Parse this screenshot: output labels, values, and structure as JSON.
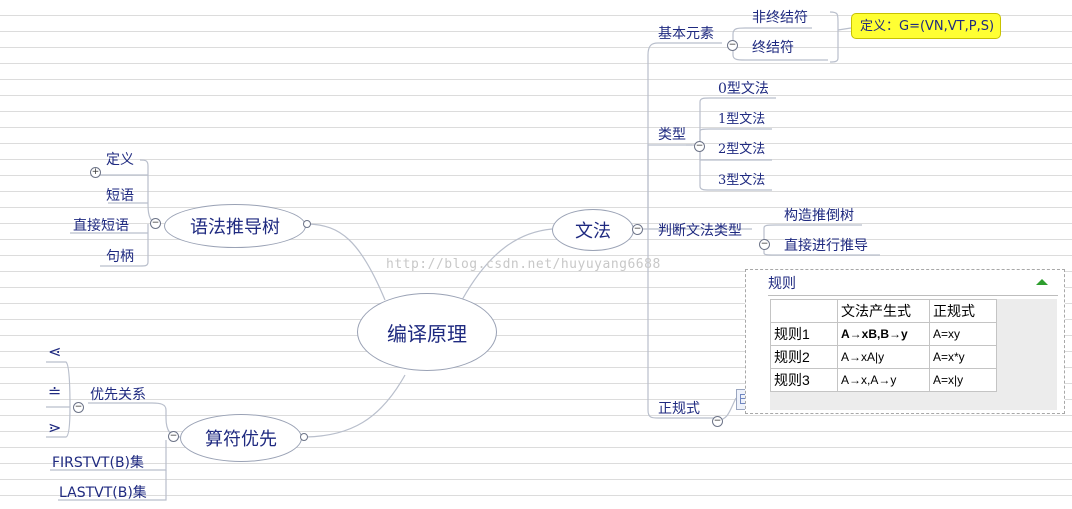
{
  "center": "编译原理",
  "watermark": "http://blog.csdn.net/huyuyang6688",
  "left_top": {
    "name": "语法推导树",
    "children": [
      "定义",
      "短语",
      "直接短语",
      "句柄"
    ]
  },
  "left_bottom": {
    "name": "算符优先",
    "child_group": {
      "name": "优先关系",
      "children": [
        "⋖",
        "≐",
        "⋗"
      ]
    },
    "children": [
      "FIRSTVT(B)集",
      "LASTVT(B)集"
    ]
  },
  "right": {
    "name": "文法",
    "basic": {
      "name": "基本元素",
      "children": [
        "非终结符",
        "终结符"
      ],
      "callout": "定义：G=(VN,VT,P,S)"
    },
    "types": {
      "name": "类型",
      "children": [
        "0型文法",
        "1型文法",
        "2型文法",
        "3型文法"
      ]
    },
    "judge": {
      "name": "判断文法类型",
      "children": [
        "构造推倒树",
        "直接进行推导"
      ]
    },
    "regex": {
      "name": "正规式"
    }
  },
  "table": {
    "title": "规则",
    "headers": [
      "",
      "文法产生式",
      "正规式"
    ],
    "rows": [
      [
        "规则1",
        "A→xB,B→y",
        "A=xy"
      ],
      [
        "规则2",
        "A→xA|y",
        "A=x*y"
      ],
      [
        "规则3",
        "A→x,A→y",
        "A=x|y"
      ]
    ]
  },
  "toggles": {
    "expand": "+",
    "collapse": "−"
  },
  "colors": {
    "text": "#1f2a80",
    "callout": "#ffff33",
    "line": "#b9bfcc"
  }
}
